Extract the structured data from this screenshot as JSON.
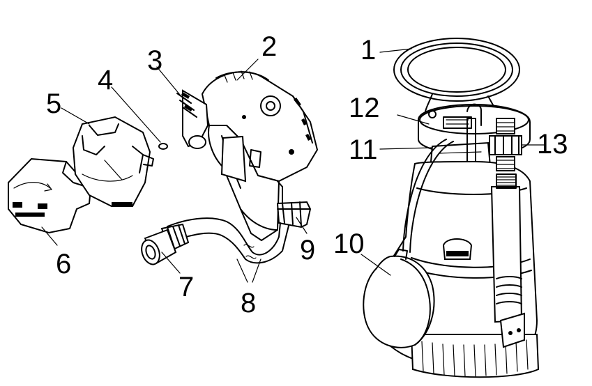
{
  "labels": {
    "l1": "1",
    "l2": "2",
    "l3": "3",
    "l4": "4",
    "l5": "5",
    "l6": "6",
    "l7": "7",
    "l8": "8",
    "l9": "9",
    "l10": "10",
    "l11": "11",
    "l12": "12",
    "l13": "13"
  }
}
